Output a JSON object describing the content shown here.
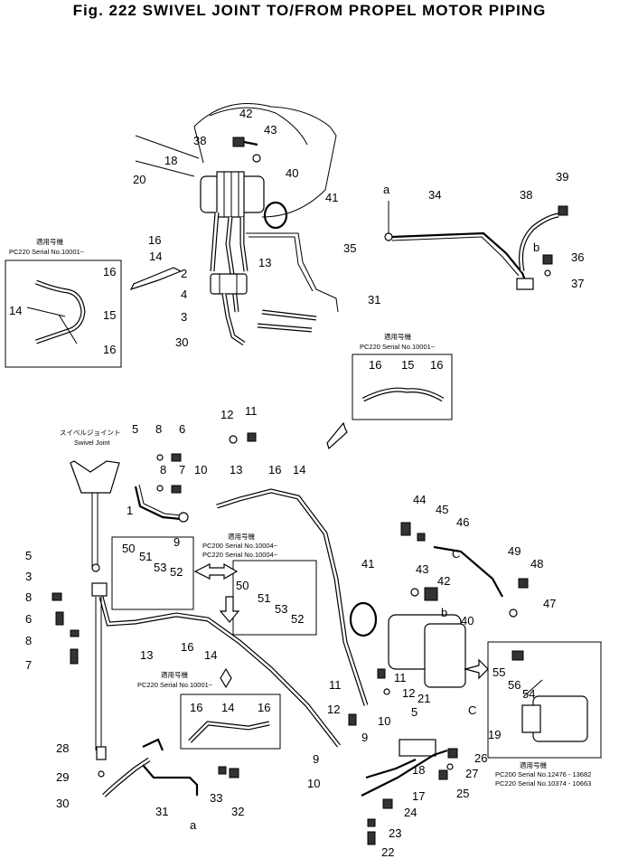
{
  "title": "Fig. 222   SWIVEL JOINT TO/FROM PROPEL MOTOR PIPING",
  "swivel_joint_label": {
    "jp": "スイベルジョイント",
    "en": "Swivel Joint"
  },
  "notes": {
    "top_left": {
      "jp": "適用号機",
      "serial": "PC220 Serial No.10001~"
    },
    "top_right": {
      "jp": "適用号機",
      "serial": "PC220 Serial No.10001~"
    },
    "middle": {
      "jp": "適用号機",
      "line1": "PC200 Serial No.10004~",
      "line2": "PC220 Serial No.10004~"
    },
    "bottom_mid": {
      "jp": "適用号機",
      "serial": "PC220 Serial No.10001~"
    },
    "bottom_right": {
      "jp": "適用号機",
      "line1": "PC200 Serial No.12476 - 13682",
      "line2": "PC220 Serial No.10374 - 10663"
    }
  },
  "letters": {
    "a": "a",
    "b": "b",
    "c": "C"
  },
  "callouts": {
    "n1": "1",
    "n2": "2",
    "n3": "3",
    "n4": "4",
    "n5": "5",
    "n6": "6",
    "n7": "7",
    "n8": "8",
    "n9": "9",
    "n10": "10",
    "n11": "11",
    "n12": "12",
    "n13": "13",
    "n14": "14",
    "n15": "15",
    "n16": "16",
    "n17": "17",
    "n18": "18",
    "n19": "19",
    "n20": "20",
    "n21": "21",
    "n22": "22",
    "n23": "23",
    "n24": "24",
    "n25": "25",
    "n26": "26",
    "n27": "27",
    "n28": "28",
    "n29": "29",
    "n30": "30",
    "n31": "31",
    "n32": "32",
    "n33": "33",
    "n34": "34",
    "n35": "35",
    "n36": "36",
    "n37": "37",
    "n38": "38",
    "n39": "39",
    "n40": "40",
    "n41": "41",
    "n42": "42",
    "n43": "43",
    "n44": "44",
    "n45": "45",
    "n46": "46",
    "n47": "47",
    "n48": "48",
    "n49": "49",
    "n50": "50",
    "n51": "51",
    "n52": "52",
    "n53": "53",
    "n54": "54",
    "n55": "55",
    "n56": "56"
  }
}
